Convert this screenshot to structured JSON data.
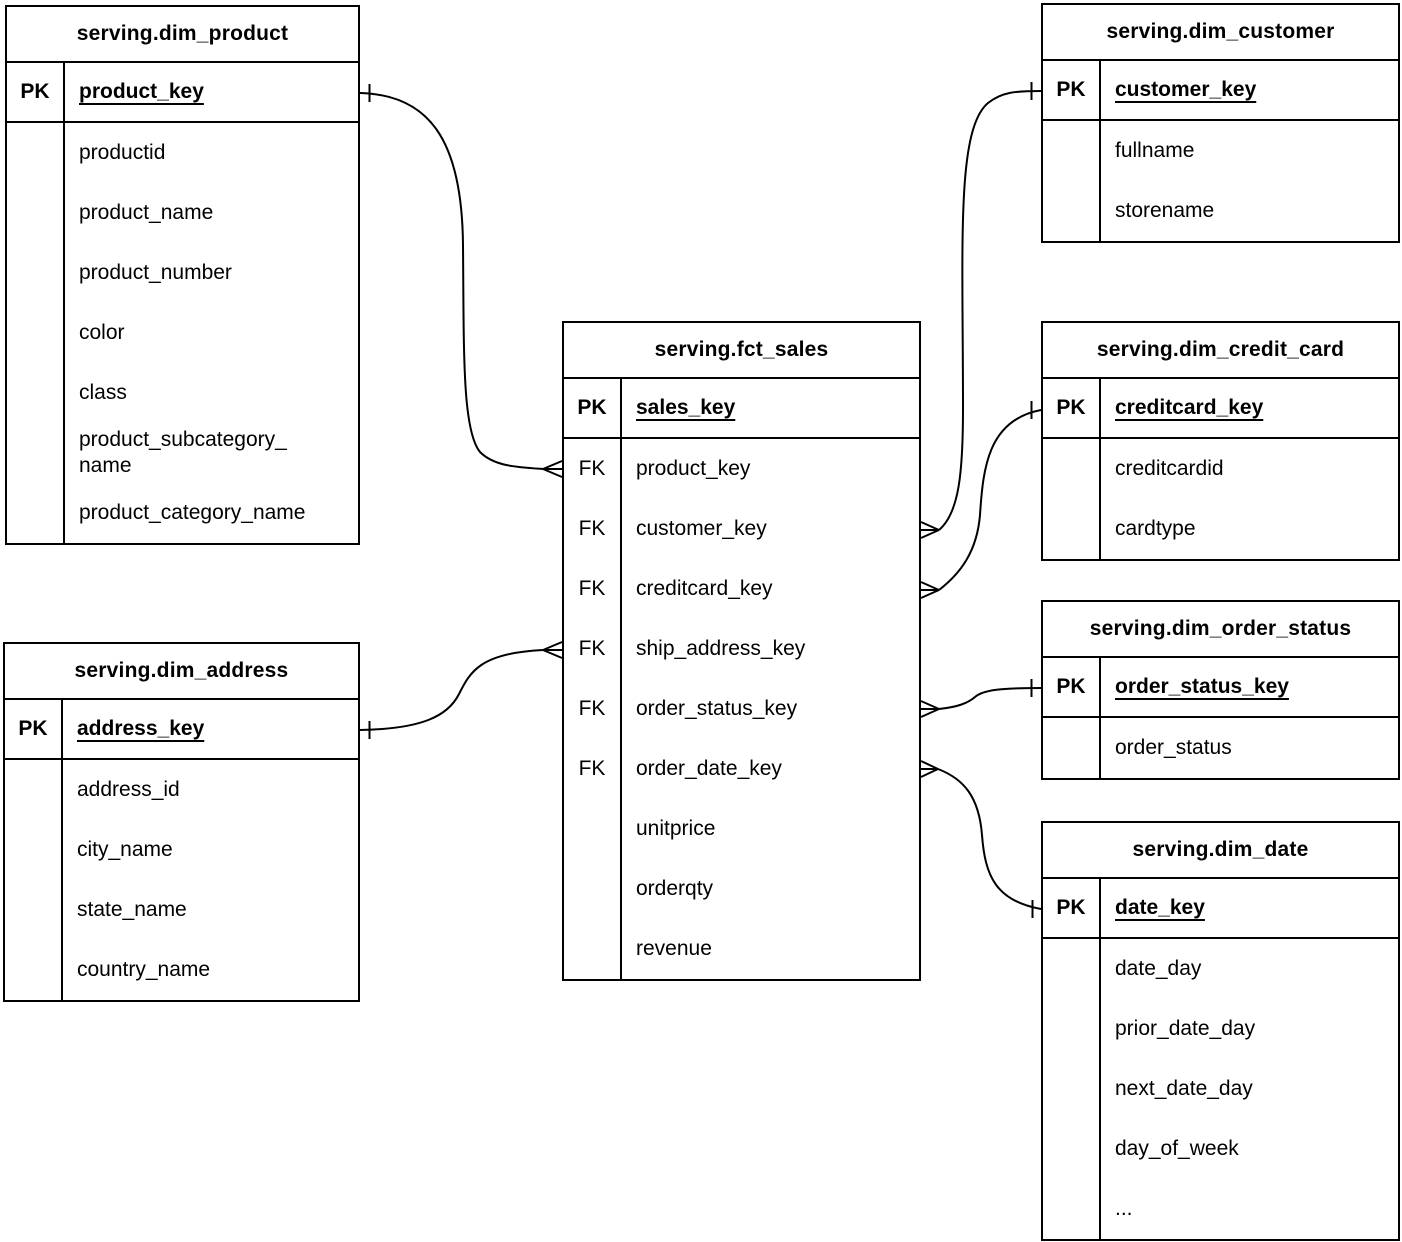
{
  "diagram": {
    "colors": {
      "line": "#000000",
      "background": "#ffffff",
      "text": "#000000"
    },
    "tables": [
      {
        "name": "dim_product",
        "title": "serving.dim_product",
        "pk": {
          "label": "PK",
          "field": "product_key"
        },
        "rows": [
          {
            "key": "",
            "field": "productid"
          },
          {
            "key": "",
            "field": "product_name"
          },
          {
            "key": "",
            "field": "product_number"
          },
          {
            "key": "",
            "field": "color"
          },
          {
            "key": "",
            "field": "class"
          },
          {
            "key": "",
            "field": "product_subcategory_\nname"
          },
          {
            "key": "",
            "field": "product_category_name"
          }
        ]
      },
      {
        "name": "dim_customer",
        "title": "serving.dim_customer",
        "pk": {
          "label": "PK",
          "field": "customer_key"
        },
        "rows": [
          {
            "key": "",
            "field": "fullname"
          },
          {
            "key": "",
            "field": "storename"
          }
        ]
      },
      {
        "name": "fct_sales",
        "title": "serving.fct_sales",
        "pk": {
          "label": "PK",
          "field": "sales_key"
        },
        "rows": [
          {
            "key": "FK",
            "field": "product_key"
          },
          {
            "key": "FK",
            "field": "customer_key"
          },
          {
            "key": "FK",
            "field": "creditcard_key"
          },
          {
            "key": "FK",
            "field": "ship_address_key"
          },
          {
            "key": "FK",
            "field": "order_status_key"
          },
          {
            "key": "FK",
            "field": "order_date_key"
          },
          {
            "key": "",
            "field": "unitprice"
          },
          {
            "key": "",
            "field": "orderqty"
          },
          {
            "key": "",
            "field": "revenue"
          }
        ]
      },
      {
        "name": "dim_credit_card",
        "title": "serving.dim_credit_card",
        "pk": {
          "label": "PK",
          "field": "creditcard_key"
        },
        "rows": [
          {
            "key": "",
            "field": "creditcardid"
          },
          {
            "key": "",
            "field": "cardtype"
          }
        ]
      },
      {
        "name": "dim_order_status",
        "title": "serving.dim_order_status",
        "pk": {
          "label": "PK",
          "field": "order_status_key"
        },
        "rows": [
          {
            "key": "",
            "field": "order_status"
          }
        ]
      },
      {
        "name": "dim_date",
        "title": "serving.dim_date",
        "pk": {
          "label": "PK",
          "field": "date_key"
        },
        "rows": [
          {
            "key": "",
            "field": "date_day"
          },
          {
            "key": "",
            "field": "prior_date_day"
          },
          {
            "key": "",
            "field": "next_date_day"
          },
          {
            "key": "",
            "field": "day_of_week"
          },
          {
            "key": "",
            "field": "..."
          }
        ]
      },
      {
        "name": "dim_address",
        "title": "serving.dim_address",
        "pk": {
          "label": "PK",
          "field": "address_key"
        },
        "rows": [
          {
            "key": "",
            "field": "address_id"
          },
          {
            "key": "",
            "field": "city_name"
          },
          {
            "key": "",
            "field": "state_name"
          },
          {
            "key": "",
            "field": "country_name"
          }
        ]
      }
    ],
    "relationships": [
      {
        "many": "serving.fct_sales.product_key",
        "one": "serving.dim_product.product_key"
      },
      {
        "many": "serving.fct_sales.customer_key",
        "one": "serving.dim_customer.customer_key"
      },
      {
        "many": "serving.fct_sales.creditcard_key",
        "one": "serving.dim_credit_card.creditcard_key"
      },
      {
        "many": "serving.fct_sales.ship_address_key",
        "one": "serving.dim_address.address_key"
      },
      {
        "many": "serving.fct_sales.order_status_key",
        "one": "serving.dim_order_status.order_status_key"
      },
      {
        "many": "serving.fct_sales.order_date_key",
        "one": "serving.dim_date.date_key"
      }
    ]
  }
}
